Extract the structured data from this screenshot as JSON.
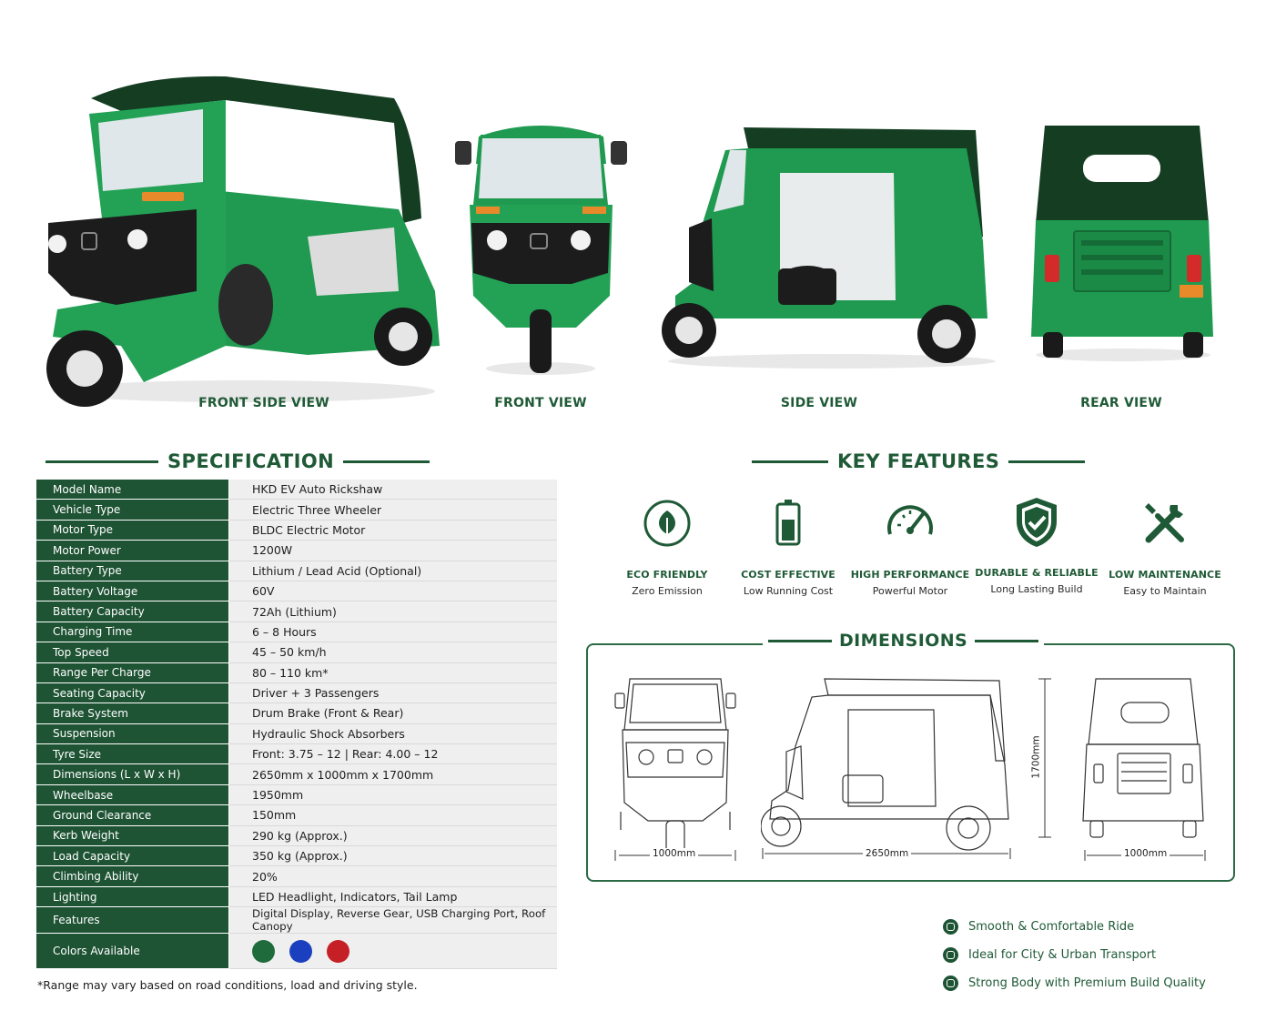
{
  "views": [
    {
      "label": "FRONT SIDE VIEW"
    },
    {
      "label": "FRONT VIEW"
    },
    {
      "label": "SIDE VIEW"
    },
    {
      "label": "REAR VIEW"
    }
  ],
  "specification": {
    "title": "SPECIFICATION",
    "rows": [
      {
        "key": "Model Name",
        "value": "HKD EV Auto Rickshaw"
      },
      {
        "key": "Vehicle Type",
        "value": "Electric Three Wheeler"
      },
      {
        "key": "Motor Type",
        "value": "BLDC Electric Motor"
      },
      {
        "key": "Motor Power",
        "value": "1200W"
      },
      {
        "key": "Battery Type",
        "value": "Lithium / Lead Acid (Optional)"
      },
      {
        "key": "Battery Voltage",
        "value": "60V"
      },
      {
        "key": "Battery Capacity",
        "value": "72Ah (Lithium)"
      },
      {
        "key": "Charging Time",
        "value": "6 – 8 Hours"
      },
      {
        "key": "Top Speed",
        "value": "45 – 50 km/h"
      },
      {
        "key": "Range Per Charge",
        "value": "80 – 110 km*"
      },
      {
        "key": "Seating Capacity",
        "value": "Driver + 3 Passengers"
      },
      {
        "key": "Brake System",
        "value": "Drum Brake (Front & Rear)"
      },
      {
        "key": "Suspension",
        "value": "Hydraulic Shock Absorbers"
      },
      {
        "key": "Tyre Size",
        "value": "Front: 3.75 – 12 | Rear: 4.00 – 12"
      },
      {
        "key": "Dimensions (L x W x H)",
        "value": "2650mm x 1000mm x 1700mm"
      },
      {
        "key": "Wheelbase",
        "value": "1950mm"
      },
      {
        "key": "Ground Clearance",
        "value": "150mm"
      },
      {
        "key": "Kerb Weight",
        "value": "290 kg (Approx.)"
      },
      {
        "key": "Load Capacity",
        "value": "350 kg (Approx.)"
      },
      {
        "key": "Climbing Ability",
        "value": "20%"
      },
      {
        "key": "Lighting",
        "value": "LED Headlight, Indicators, Tail Lamp"
      },
      {
        "key": "Features",
        "value": "Digital Display, Reverse Gear, USB Charging Port, Roof Canopy"
      }
    ],
    "colors_label": "Colors Available",
    "colors": [
      "#1f6b3c",
      "#1a3fbf",
      "#c42026"
    ],
    "footnote": "*Range may vary based on road conditions, load and driving style."
  },
  "key_features": {
    "title": "KEY FEATURES",
    "items": [
      {
        "title": "ECO FRIENDLY",
        "subtitle": "Zero Emission",
        "icon": "leaf-icon"
      },
      {
        "title": "COST EFFECTIVE",
        "subtitle": "Low Running Cost",
        "icon": "battery-icon"
      },
      {
        "title": "HIGH PERFORMANCE",
        "subtitle": "Powerful Motor",
        "icon": "speedometer-icon"
      },
      {
        "title": "DURABLE & RELIABLE",
        "subtitle": "Long Lasting Build",
        "icon": "shield-check-icon"
      },
      {
        "title": "LOW MAINTENANCE",
        "subtitle": "Easy to Maintain",
        "icon": "wrench-icon"
      }
    ]
  },
  "dimensions": {
    "title": "DIMENSIONS",
    "front_width": "1000mm",
    "length": "2650mm",
    "height": "1700mm",
    "rear_width": "1000mm"
  },
  "bullets": [
    "Smooth & Comfortable Ride",
    "Ideal for City & Urban Transport",
    "Strong Body with Premium Build Quality"
  ],
  "colors": {
    "brand": "#1f5a36",
    "body": "#1f9a50",
    "roof": "#143d22"
  }
}
